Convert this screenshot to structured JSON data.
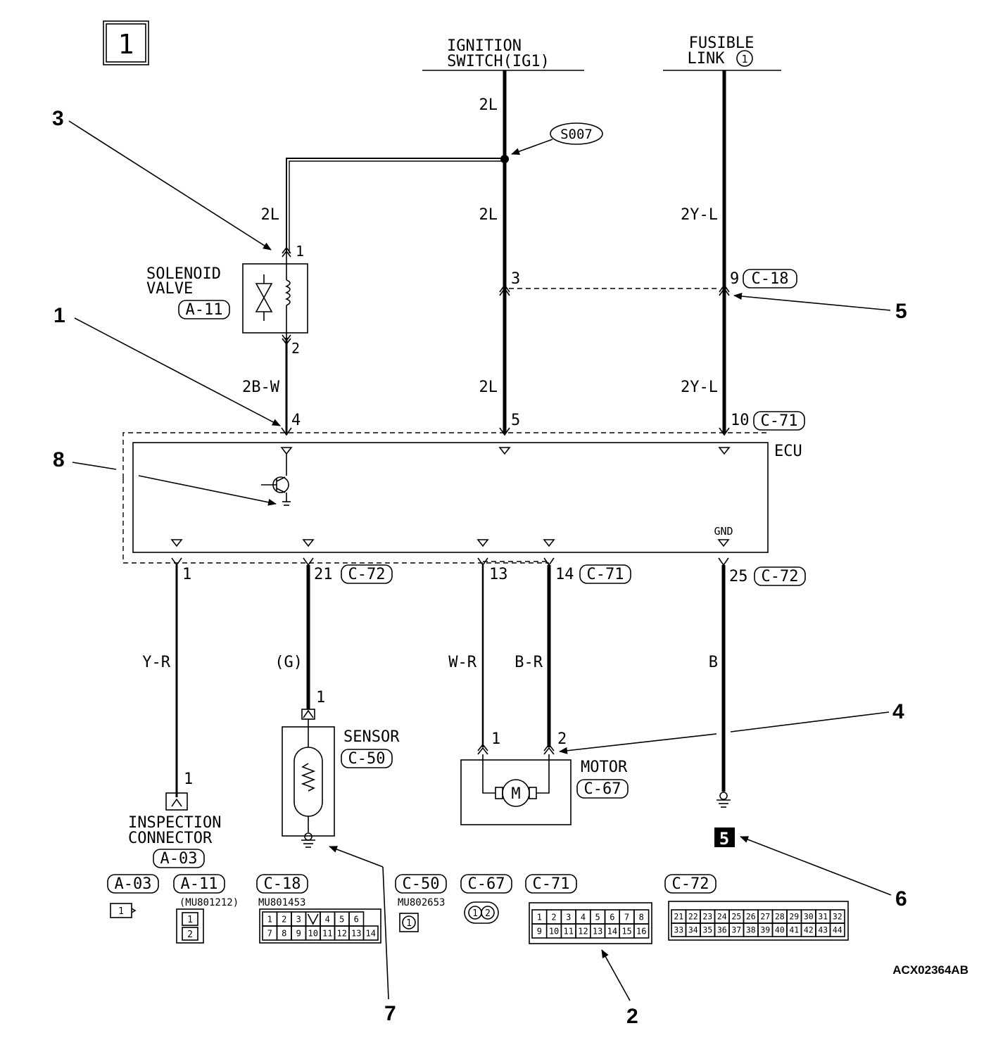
{
  "page_number": "1",
  "drawing_code": "ACX02364AB",
  "power_sources": {
    "ignition_line1": "IGNITION",
    "ignition_line2": "SWITCH(IG1)",
    "fusible_line1": "FUSIBLE",
    "fusible_line2": "LINK",
    "fusible_number": "1"
  },
  "splice": "S007",
  "wire_colors": {
    "ign_top": "2L",
    "ign_mid": "2L",
    "ign_low": "2L",
    "solenoid_feed": "2L",
    "fusible_top": "2Y-L",
    "fusible_low": "2Y-L",
    "solenoid_out": "2B-W",
    "inspection": "Y-R",
    "sensor": "(G)",
    "motor_1": "W-R",
    "motor_2": "B-R",
    "ground": "B"
  },
  "pins": {
    "sol_1": "1",
    "sol_2": "2",
    "jc_3": "3",
    "jc_9": "9",
    "jc_conn": "C-18",
    "ecu_4": "4",
    "ecu_5": "5",
    "ecu_10": "10",
    "ecu_top_conn": "C-71",
    "ecu_1": "1",
    "ecu_21": "21",
    "ecu_21_conn": "C-72",
    "ecu_13": "13",
    "ecu_14": "14",
    "ecu_14_conn": "C-71",
    "ecu_25": "25",
    "ecu_25_conn": "C-72",
    "insp_1": "1",
    "sensor_1": "1",
    "motor_1": "1",
    "motor_2": "2"
  },
  "components": {
    "solenoid_line1": "SOLENOID",
    "solenoid_line2": "VALVE",
    "solenoid_conn": "A-11",
    "ecu": "ECU",
    "ecu_gnd": "GND",
    "sensor": "SENSOR",
    "sensor_conn": "C-50",
    "motor": "MOTOR",
    "motor_conn": "C-67",
    "inspection_line1": "INSPECTION",
    "inspection_line2": "CONNECTOR",
    "inspection_conn": "A-03",
    "ground_point": "5"
  },
  "callouts": [
    "1",
    "2",
    "3",
    "4",
    "5",
    "6",
    "7",
    "8"
  ],
  "connector_views": {
    "a03": {
      "label": "A-03",
      "pins": [
        "1"
      ]
    },
    "a11": {
      "label": "A-11",
      "part": "(MU801212)",
      "pins": [
        "1",
        "2"
      ]
    },
    "c18": {
      "label": "C-18",
      "part": "MU801453",
      "row1": [
        "1",
        "2",
        "3",
        "",
        "4",
        "5",
        "6"
      ],
      "row2": [
        "7",
        "8",
        "9",
        "10",
        "11",
        "12",
        "13",
        "14"
      ]
    },
    "c50": {
      "label": "C-50",
      "part": "MU802653",
      "pins": [
        "1"
      ]
    },
    "c67": {
      "label": "C-67",
      "pins": [
        "1",
        "2"
      ]
    },
    "c71": {
      "label": "C-71",
      "row1": [
        "1",
        "2",
        "3",
        "4",
        "5",
        "6",
        "7",
        "8"
      ],
      "row2": [
        "9",
        "10",
        "11",
        "12",
        "13",
        "14",
        "15",
        "16"
      ]
    },
    "c72": {
      "label": "C-72",
      "row1": [
        "21",
        "22",
        "23",
        "24",
        "25",
        "26",
        "27",
        "28",
        "29",
        "30",
        "31",
        "32"
      ],
      "row2": [
        "33",
        "34",
        "35",
        "36",
        "37",
        "38",
        "39",
        "40",
        "41",
        "42",
        "43",
        "44"
      ]
    }
  }
}
